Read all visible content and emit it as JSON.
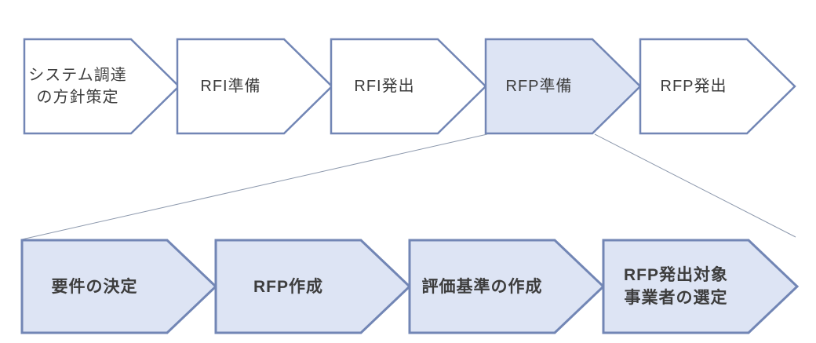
{
  "diagram": {
    "colors": {
      "background": "#ffffff",
      "shape_stroke": "#7286b5",
      "shape_fill_default": "#ffffff",
      "shape_fill_highlight": "#dde4f4",
      "connector_line": "#8d99ad",
      "text": "#3d3d3d"
    },
    "main_flow": {
      "steps": [
        {
          "label": "システム調達\nの方針策定",
          "highlighted": false
        },
        {
          "label": "RFI準備",
          "highlighted": false
        },
        {
          "label": "RFI発出",
          "highlighted": false
        },
        {
          "label": "RFP準備",
          "highlighted": true
        },
        {
          "label": "RFP発出",
          "highlighted": false
        }
      ]
    },
    "sub_flow": {
      "steps": [
        {
          "label": "要件の決定",
          "highlighted": true
        },
        {
          "label": "RFP作成",
          "highlighted": true
        },
        {
          "label": "評価基準の作成",
          "highlighted": true
        },
        {
          "label": "RFP発出対象\n事業者の選定",
          "highlighted": true
        }
      ]
    }
  }
}
